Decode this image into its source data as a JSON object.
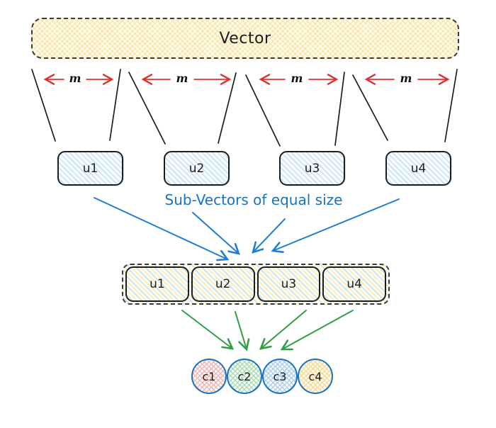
{
  "diagram": {
    "vector_box": {
      "label": "Vector"
    },
    "m_labels": [
      "m",
      "m",
      "m",
      "m"
    ],
    "sub_vectors": [
      {
        "label": "u1"
      },
      {
        "label": "u2"
      },
      {
        "label": "u3"
      },
      {
        "label": "u4"
      }
    ],
    "caption": "Sub-Vectors of equal size",
    "merged_cells": [
      {
        "label": "u1"
      },
      {
        "label": "u2"
      },
      {
        "label": "u3"
      },
      {
        "label": "u4"
      }
    ],
    "centroids": [
      {
        "label": "c1",
        "fill": "#f2b3b3"
      },
      {
        "label": "c2",
        "fill": "#a6dcb2"
      },
      {
        "label": "c3",
        "fill": "#a8cfee"
      },
      {
        "label": "c4",
        "fill": "#f5d98e"
      }
    ],
    "colors": {
      "red_arrow": "#e03131",
      "blue_arrow": "#1c7ed6",
      "green_arrow": "#2f9e44",
      "caption_text": "#1971c2",
      "ink": "#1e1e1e",
      "circle_border": "#1971c2"
    }
  }
}
